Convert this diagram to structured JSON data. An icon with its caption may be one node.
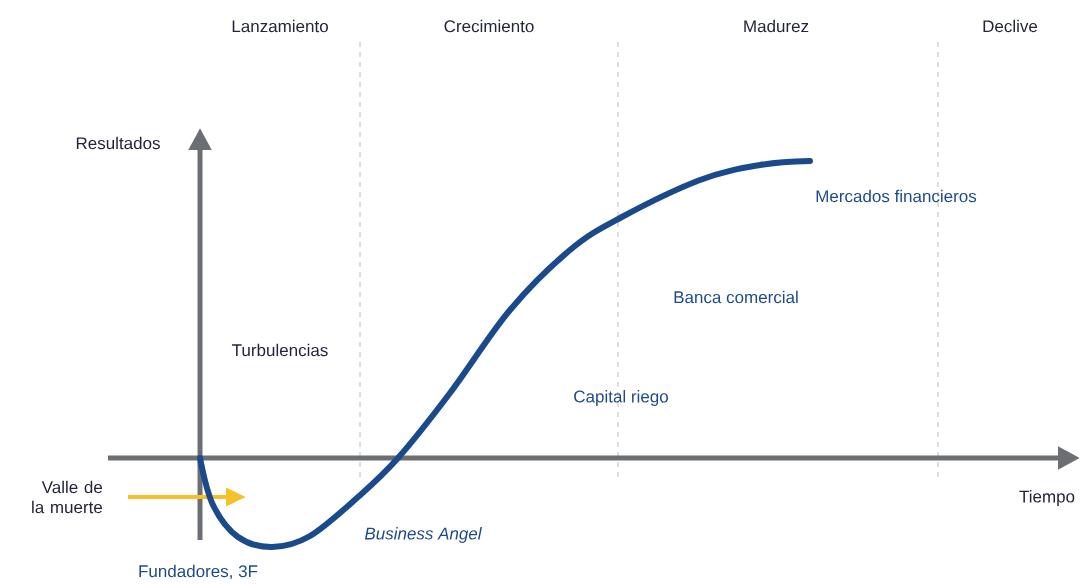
{
  "diagram": {
    "labels": [
      "Lanzamiento",
      "Crecimiento",
      "Madurez",
      "Declive",
      "Resultados",
      "Mercados financieros",
      "Banca comercial",
      "Turbulencias",
      "Capital riego",
      "Valle de la muerte",
      "Tiempo",
      "Business Angel",
      "Fundadores, 3F"
    ]
  }
}
